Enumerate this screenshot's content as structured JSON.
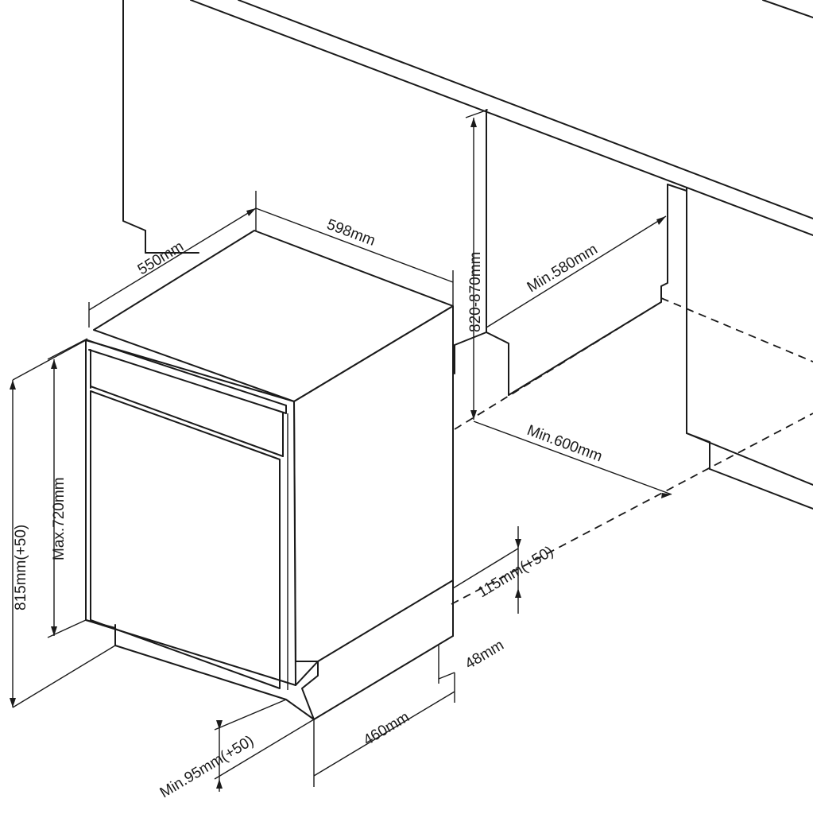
{
  "labels": {
    "depth": "550mm",
    "width": "598mm",
    "cabinet_height": "820-870mm",
    "cabinet_depth": "Min.580mm",
    "niche_width": "Min.600mm",
    "total_height": "815mm(+50)",
    "panel_height": "Max.720mm",
    "plinth_height": "115mm(+50)",
    "plinth_depth": "48mm",
    "foot_depth": "460mm",
    "toe_kick": "Min.95mm(+50)"
  }
}
